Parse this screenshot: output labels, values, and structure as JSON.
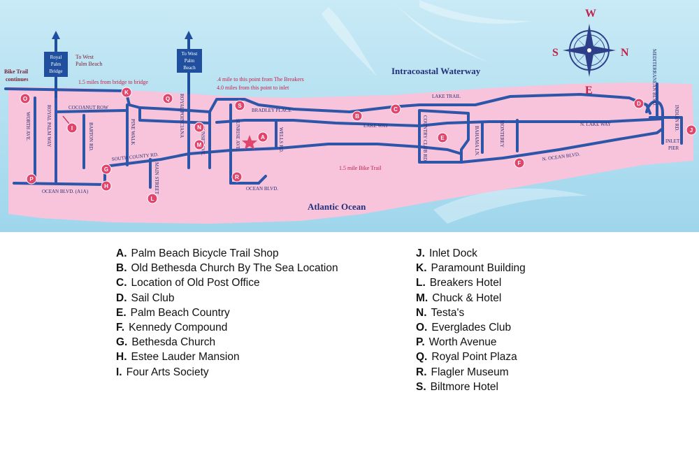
{
  "map": {
    "water": {
      "intracoastal": "Intracoastal Waterway",
      "atlantic": "Atlantic Ocean"
    },
    "compass": {
      "north": "N",
      "south": "S",
      "east": "E",
      "west": "W"
    },
    "signs": {
      "royal_palm_bridge": [
        "Royal",
        "Palm",
        "Bridge"
      ],
      "to_west_palm_left": [
        "To West",
        "Palm Beach"
      ],
      "to_west_palm_right": [
        "To West",
        "Palm",
        "Beach"
      ]
    },
    "bike_trail_continues": [
      "Bike Trail",
      "continues"
    ],
    "distances": {
      "bridge_to_bridge": "1.5 miles from bridge to bridge",
      "breakers_line1": ".4 mile to this point from The Breakers",
      "breakers_line2": "4.0 miles from this point to inlet",
      "bike_trail": "1.5 mile Bike Trail"
    },
    "roads": {
      "worth_ave": "WORTH AVE.",
      "royal_palm_way": "ROYAL PALM WAY",
      "cocoanut_row": "COCOANUT ROW",
      "barton_rd": "BARTON RD.",
      "pine_walk": "PINE WALK",
      "south_county": "SOUTH  COUNTY RD.",
      "royal_poinciana": "ROYAL POINCIANA",
      "main_street": "MAIN STREET",
      "sunset_ave": "SUNSET AVE.",
      "sunrise_ave": "SUNRISE AVE.",
      "bradley_place": "BRADLEY PLACE",
      "wells_rd": "WELLS RD.",
      "ocean_blvd_mid": "OCEAN BLVD.",
      "ocean_blvd_a1a": "OCEAN BLVD. (A1A)",
      "lake_trail": "LAKE TRAIL",
      "lake_way": "LAKE WAY",
      "country_club_rd": "COUNTRY CLUB RD.",
      "bahama_ln": "BAHAMA LN.",
      "monterey": "MONTEREY",
      "n_lake_way": "N. LAKE WAY",
      "n_ocean_blvd": "N. OCEAN BLVD.",
      "mediterranean_blvd": "MEDITERRANEAN BLVD.",
      "indian_rd": "INDIAN RD.",
      "inlet_pier": [
        "INLET",
        "PIER"
      ]
    },
    "markers": [
      "A",
      "B",
      "C",
      "D",
      "E",
      "F",
      "G",
      "H",
      "I",
      "J",
      "K",
      "L",
      "M",
      "N",
      "O",
      "P",
      "Q",
      "R",
      "S"
    ]
  },
  "legend": {
    "left": [
      {
        "letter": "A.",
        "name": "Palm Beach Bicycle Trail Shop"
      },
      {
        "letter": "B.",
        "name": "Old Bethesda Church By The Sea Location"
      },
      {
        "letter": "C.",
        "name": "Location of Old Post Office"
      },
      {
        "letter": "D.",
        "name": "Sail Club"
      },
      {
        "letter": "E.",
        "name": "Palm Beach Country"
      },
      {
        "letter": "F.",
        "name": "Kennedy Compound"
      },
      {
        "letter": "G.",
        "name": "Bethesda Church"
      },
      {
        "letter": "H.",
        "name": "Estee Lauder Mansion"
      },
      {
        "letter": "I.",
        "name": "Four Arts Society"
      }
    ],
    "right": [
      {
        "letter": "J.",
        "name": "Inlet Dock"
      },
      {
        "letter": "K.",
        "name": "Paramount Building"
      },
      {
        "letter": "L.",
        "name": "Breakers Hotel"
      },
      {
        "letter": "M.",
        "name": "Chuck & Hotel"
      },
      {
        "letter": "N.",
        "name": "Testa's"
      },
      {
        "letter": "O.",
        "name": "Everglades Club"
      },
      {
        "letter": "P.",
        "name": "Worth Avenue"
      },
      {
        "letter": "Q.",
        "name": "Royal Point Plaza"
      },
      {
        "letter": "R.",
        "name": "Flagler Museum"
      },
      {
        "letter": "S.",
        "name": "Biltmore Hotel"
      }
    ]
  },
  "colors": {
    "water": "#a9dcef",
    "land": "#f7c4dc",
    "road": "#2d55a8",
    "marker": "#e2456c",
    "sign": "#1f4f9e",
    "accent": "#c0224a"
  }
}
